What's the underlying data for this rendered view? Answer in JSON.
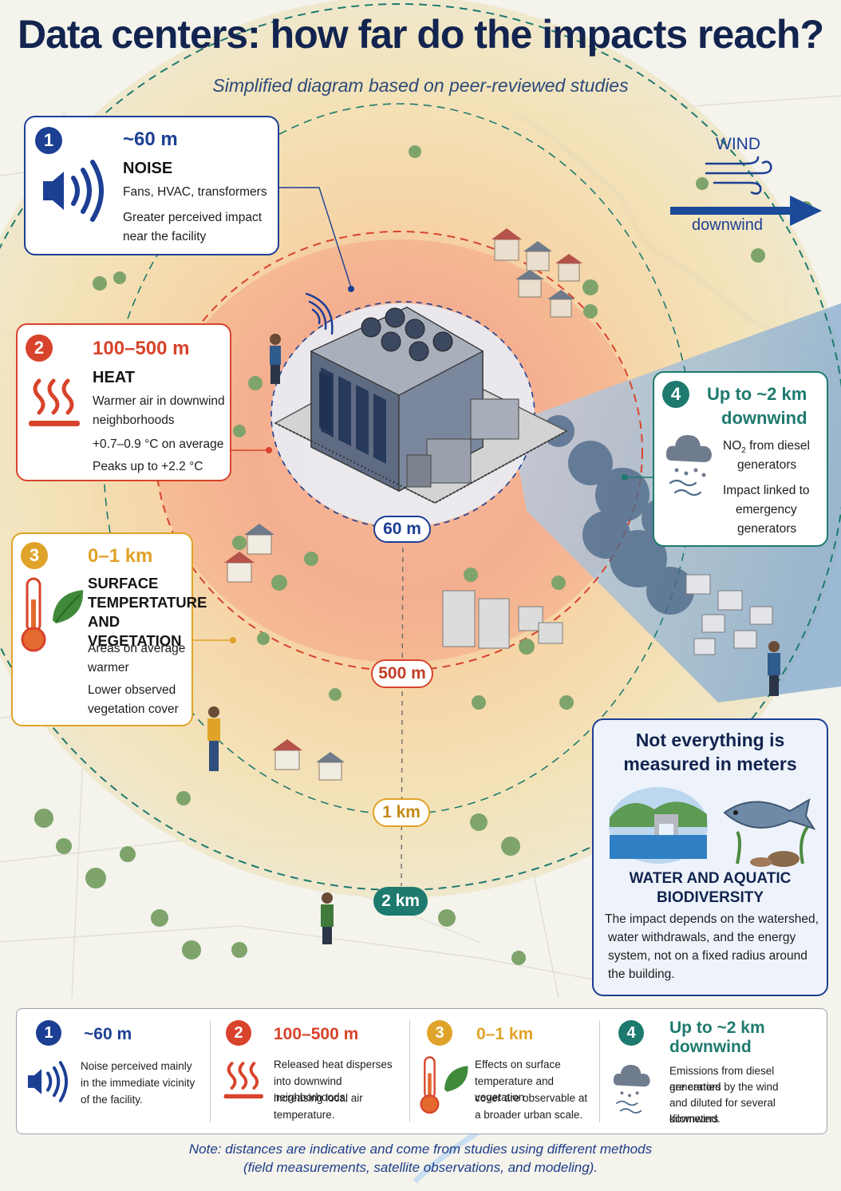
{
  "title": "Data centers: how far do the impacts reach?",
  "subtitle": "Simplified diagram based on peer-reviewed studies",
  "colors": {
    "blue": "#1c3f94",
    "red": "#d8432b",
    "orange": "#e0a32a",
    "teal": "#1e7a6e",
    "navy": "#12244f"
  },
  "wind": {
    "label": "WIND",
    "direction_label": "downwind"
  },
  "ring_labels": {
    "r60": "60 m",
    "r500": "500 m",
    "r1km": "1 km",
    "r2km": "2 km"
  },
  "cards": {
    "noise": {
      "number": "1",
      "distance": "~60 m",
      "heading": "NOISE",
      "line1": "Fans, HVAC, transformers",
      "line2": "Greater perceived impact",
      "line3": "near the facility",
      "icon": "sound-waves-icon"
    },
    "heat": {
      "number": "2",
      "distance": "100–500 m",
      "heading": "HEAT",
      "line1": "Warmer air in downwind",
      "line2": "neighborhoods",
      "line3": "+0.7–0.9 °C on average",
      "line4": "Peaks up to +2.2 °C",
      "icon": "heat-waves-icon"
    },
    "surface": {
      "number": "3",
      "distance": "0–1 km",
      "heading1": "SURFACE",
      "heading2": "TEMPERTATURE",
      "heading3": "AND VEGETATION",
      "line1": "Areas on average",
      "line2": "warmer",
      "line3": "Lower observed",
      "line4": "vegetation cover",
      "icon": "thermometer-leaf-icon"
    },
    "emissions": {
      "number": "4",
      "distance1": "Up to ~2 km",
      "distance2": "downwind",
      "line1_main": "NO",
      "line1_sub": "2",
      "line1_rest": " from diesel",
      "line2": "generators",
      "line3": "Impact linked to",
      "line4": "emergency",
      "line5": "generators",
      "icon": "cloud-emissions-icon"
    }
  },
  "water": {
    "heading1": "Not everything is",
    "heading2": "measured in meters",
    "subheading1": "WATER AND AQUATIC",
    "subheading2": "BIODIVERSITY",
    "line1": "The impact depends on the watershed,",
    "line2": "water withdrawals, and the energy",
    "line3": "system, not on a fixed radius around",
    "line4": "the building.",
    "icons": [
      "dam-icon",
      "fish-icon"
    ]
  },
  "bottom": [
    {
      "number": "1",
      "title1": "~60 m",
      "title2": "",
      "line1": "Noise perceived mainly",
      "line2": "in the immediate vicinity",
      "line3": "of the facility.",
      "line4": ""
    },
    {
      "number": "2",
      "title1": "100–500 m",
      "title2": "",
      "line1": "Released heat disperses",
      "line2": "into downwind neighborhoods,",
      "line3": "increasing local air",
      "line4": "temperature."
    },
    {
      "number": "3",
      "title1": "0–1 km",
      "title2": "",
      "line1": "Effects on surface",
      "line2": "temperature and vegetation",
      "line3": "cover are observable at",
      "line4": "a broader urban scale."
    },
    {
      "number": "4",
      "title1": "Up to ~2 km",
      "title2": "downwind",
      "line1": "Emissions from diesel generators",
      "line2": "are carried by the wind",
      "line3": "and diluted for several kilometers",
      "line4": "downwind."
    }
  ],
  "note_line1": "Note: distances are indicative and come from studies using different methods",
  "note_line2": "(field measurements, satellite observations, and modeling)."
}
